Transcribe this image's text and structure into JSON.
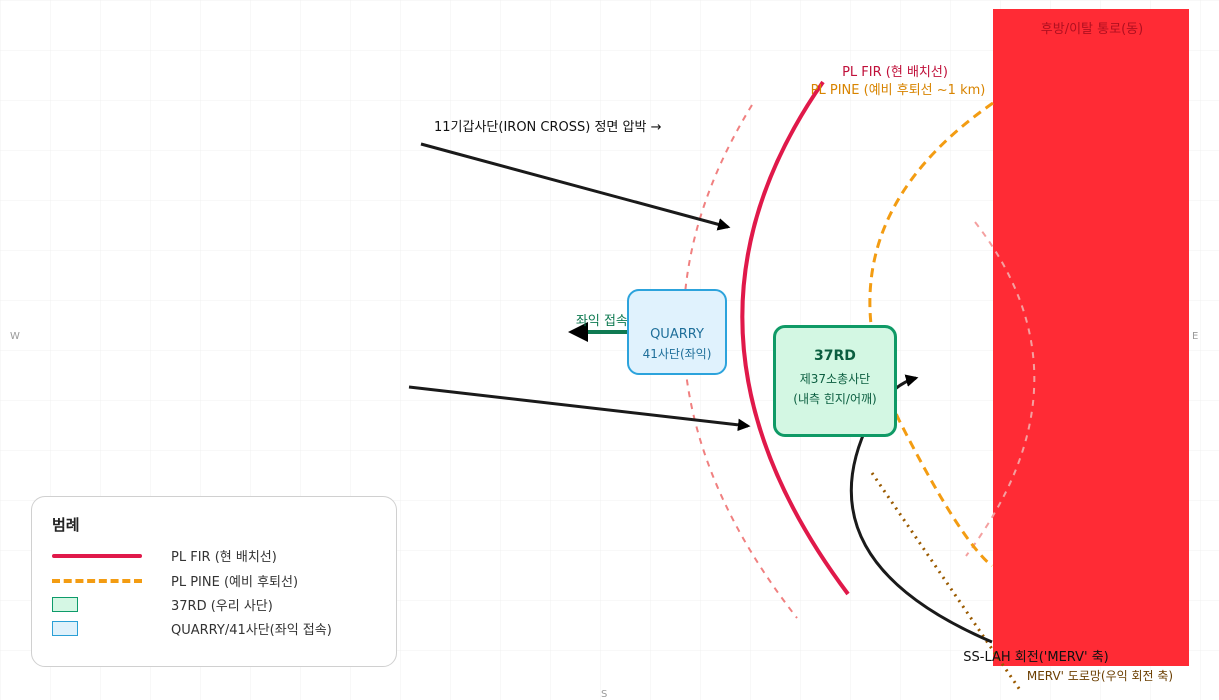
{
  "compass": {
    "west": "W",
    "east": "E",
    "south": "S"
  },
  "rear_area": {
    "label": "후방/이탈 통로(동)",
    "color": "#ff2b35"
  },
  "phase_lines": {
    "fir": {
      "label": "PL FIR (현 배치선)",
      "color": "#e0194a"
    },
    "pine": {
      "label": "PL PINE (예비 후퇴선 ~1 km)",
      "color": "#f39c12"
    }
  },
  "arrows": {
    "enemy_main": "11기갑사단(IRON CROSS) 정면 압박 →",
    "left_link": "좌익 접속 통로(후방 이탈)",
    "ss_lah": "SS-LAH 회전('MERV' 축)",
    "merv_road": "MERV' 도로망(우익 회전 축)"
  },
  "units": {
    "quarry": {
      "title": "QUARRY",
      "subtitle": "41사단(좌익)"
    },
    "rd37": {
      "title": "37RD",
      "line1": "제37소총사단",
      "line2": "(내측 힌지/어깨)"
    }
  },
  "legend": {
    "title": "범례",
    "items": [
      {
        "label": "PL FIR (현 배치선)",
        "kind": "line-red"
      },
      {
        "label": "PL PINE (예비 후퇴선)",
        "kind": "line-orange"
      },
      {
        "label": "37RD (우리 사단)",
        "kind": "box-green"
      },
      {
        "label": "QUARRY/41사단(좌익 접속)",
        "kind": "box-blue"
      }
    ]
  }
}
